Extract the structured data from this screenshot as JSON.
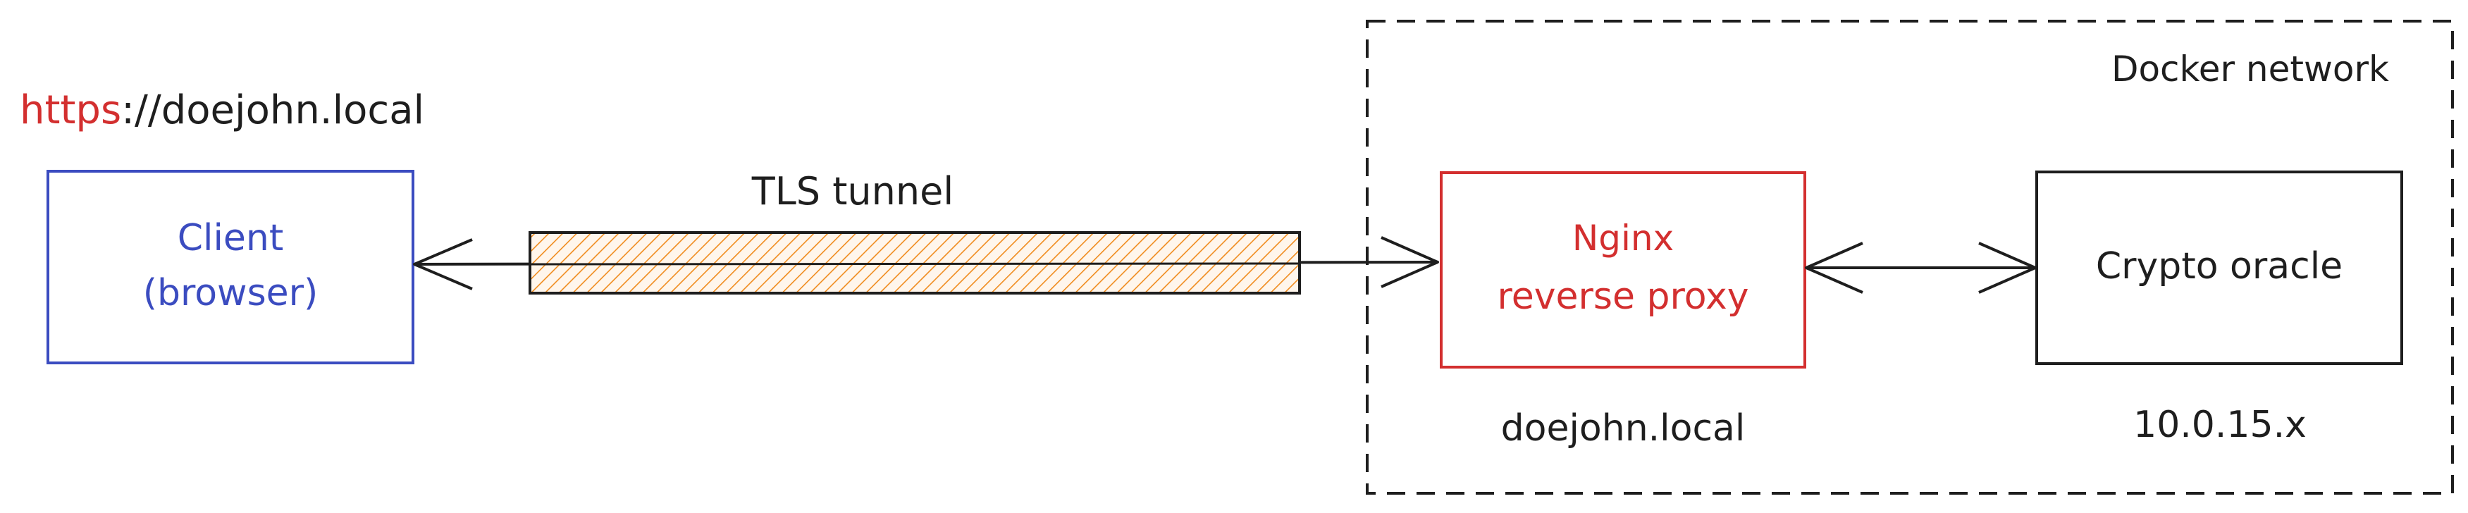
{
  "url": {
    "scheme": "https",
    "rest": "://doejohn.local"
  },
  "client": {
    "line1": "Client",
    "line2": "(browser)"
  },
  "tunnel": {
    "label": "TLS tunnel"
  },
  "nginx": {
    "line1": "Nginx",
    "line2": "reverse proxy",
    "hostname": "doejohn.local"
  },
  "oracle": {
    "label": "Crypto oracle",
    "ip": "10.0.15.x"
  },
  "network": {
    "label": "Docker network"
  },
  "colors": {
    "client": "#3b4cc0",
    "nginx": "#d32f2f",
    "url_scheme": "#d32f2f",
    "ink": "#1e1e1e",
    "tunnel_fill": "#f08c1e"
  }
}
